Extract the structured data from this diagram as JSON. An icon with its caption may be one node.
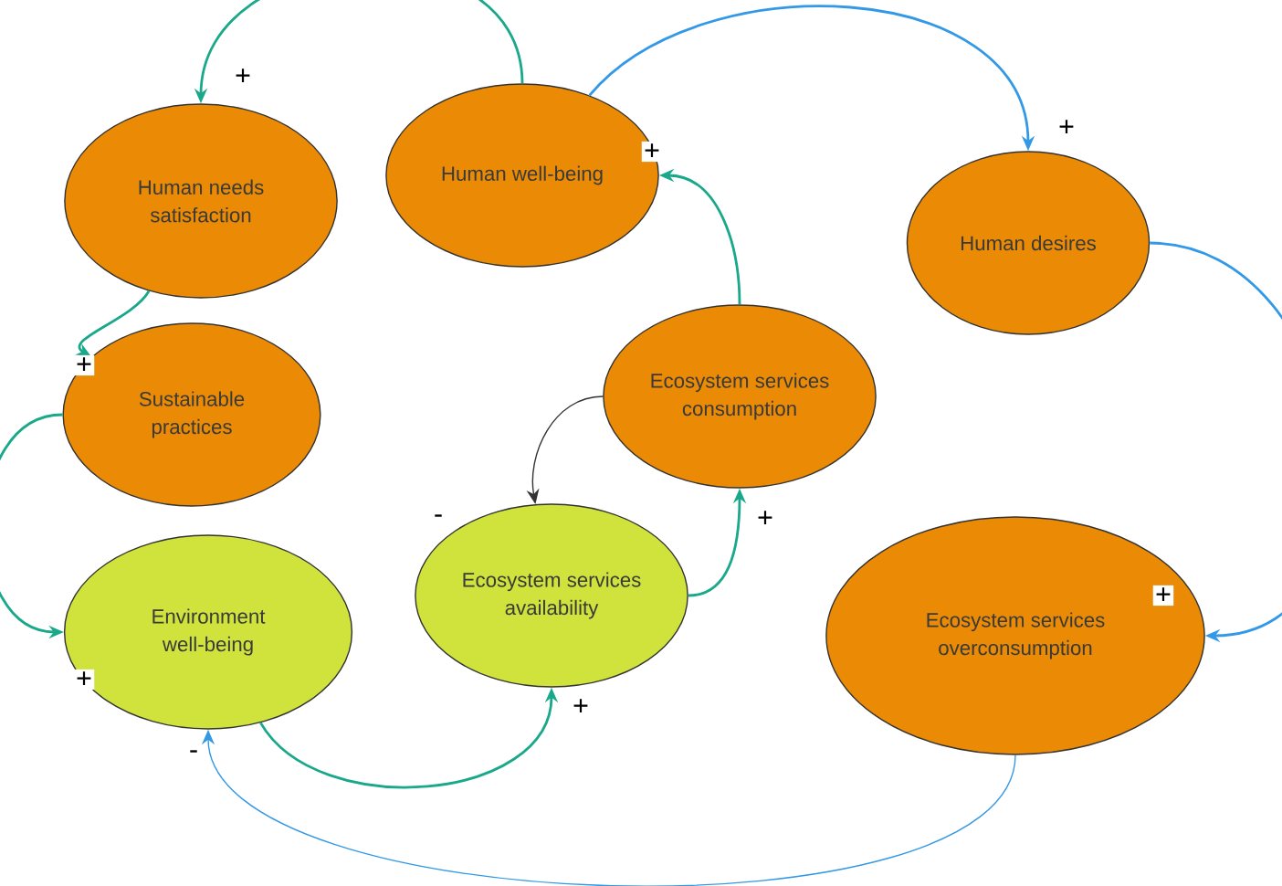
{
  "diagram": {
    "nodes": [
      {
        "text": [
          "Human needs satisfaction"
        ]
      },
      {
        "text": [
          "Human well-being"
        ]
      },
      {
        "text": [
          "Human desires"
        ]
      },
      {
        "text": [
          "Sustainable practices"
        ]
      },
      {
        "text": [
          "Ecosystem services consumption"
        ]
      },
      {
        "text": [
          "Environment well-being"
        ]
      },
      {
        "text": [
          "Ecosystem services availability"
        ]
      },
      {
        "text": [
          "Ecosystem services overconsumption"
        ]
      }
    ],
    "edges": [
      {
        "from": 1,
        "to": 0,
        "arrow": "to",
        "label": "+"
      },
      {
        "from": 1,
        "to": 2,
        "arrow": "to",
        "label": "+",
        "color": "#3399e6"
      },
      {
        "from": 4,
        "to": 1,
        "arrow": "to",
        "label": "+"
      },
      {
        "from": 0,
        "to": 3,
        "arrow": "to",
        "label": "+"
      },
      {
        "from": 3,
        "to": 5,
        "arrow": "to",
        "label": "+"
      },
      {
        "from": 5,
        "to": 6,
        "arrow": "to",
        "label": "+"
      },
      {
        "from": 6,
        "to": 4,
        "arrow": "to",
        "label": "+"
      },
      {
        "from": 4,
        "to": 6,
        "arrow": "to",
        "label": "-",
        "color": "#333333"
      },
      {
        "from": 2,
        "to": 7,
        "arrow": "to",
        "label": "+",
        "color": "#3399e6"
      },
      {
        "from": 7,
        "to": 5,
        "arrow": "to",
        "label": "-",
        "color": "#3399e6"
      }
    ]
  }
}
